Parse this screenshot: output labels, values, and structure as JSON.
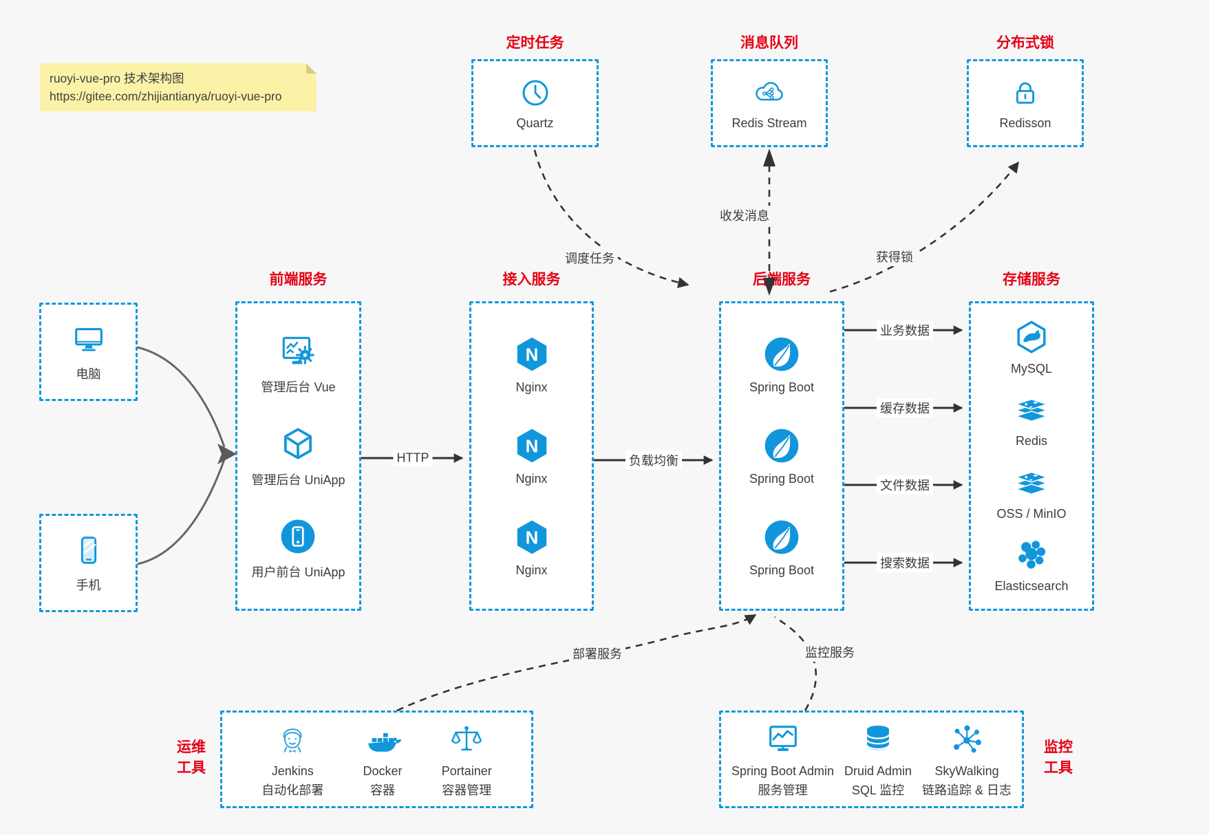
{
  "note": {
    "line1": "ruoyi-vue-pro 技术架构图",
    "line2": "https://gitee.com/zhijiantianya/ruoyi-vue-pro"
  },
  "titles": {
    "scheduler": "定时任务",
    "mq": "消息队列",
    "lock": "分布式锁",
    "frontend": "前端服务",
    "gateway": "接入服务",
    "backend": "后端服务",
    "storage": "存储服务",
    "ops_line1": "运维",
    "ops_line2": "工具",
    "monitor_line1": "监控",
    "monitor_line2": "工具"
  },
  "nodes": {
    "scheduler_item": "Quartz",
    "mq_item": "Redis Stream",
    "lock_item": "Redisson",
    "client_pc": "电脑",
    "client_phone": "手机",
    "frontend_items": [
      "管理后台 Vue",
      "管理后台 UniApp",
      "用户前台 UniApp"
    ],
    "gateway_items": [
      "Nginx",
      "Nginx",
      "Nginx"
    ],
    "backend_items": [
      "Spring Boot",
      "Spring Boot",
      "Spring Boot"
    ],
    "storage_items": [
      "MySQL",
      "Redis",
      "OSS / MinIO",
      "Elasticsearch"
    ],
    "ops_items": [
      {
        "name": "Jenkins",
        "desc": "自动化部署"
      },
      {
        "name": "Docker",
        "desc": "容器"
      },
      {
        "name": "Portainer",
        "desc": "容器管理"
      }
    ],
    "monitor_items": [
      {
        "name": "Spring Boot Admin",
        "desc": "服务管理"
      },
      {
        "name": "Druid Admin",
        "desc": "SQL 监控"
      },
      {
        "name": "SkyWalking",
        "desc": "链路追踪 & 日志"
      }
    ]
  },
  "edges": {
    "http": "HTTP",
    "load_balance": "负载均衡",
    "schedule": "调度任务",
    "messages": "收发消息",
    "acquire_lock": "获得锁",
    "business_data": "业务数据",
    "cache_data": "缓存数据",
    "file_data": "文件数据",
    "search_data": "搜索数据",
    "deploy": "部署服务",
    "monitor": "监控服务"
  },
  "icons": {
    "nginx_letter": "N"
  },
  "colors": {
    "accent_blue": "#1296db",
    "title_red": "#e60012",
    "arrow_dark": "#333333",
    "client_gray": "#666666",
    "note_bg": "#fbf2a7",
    "page_bg": "#f7f7f8"
  }
}
